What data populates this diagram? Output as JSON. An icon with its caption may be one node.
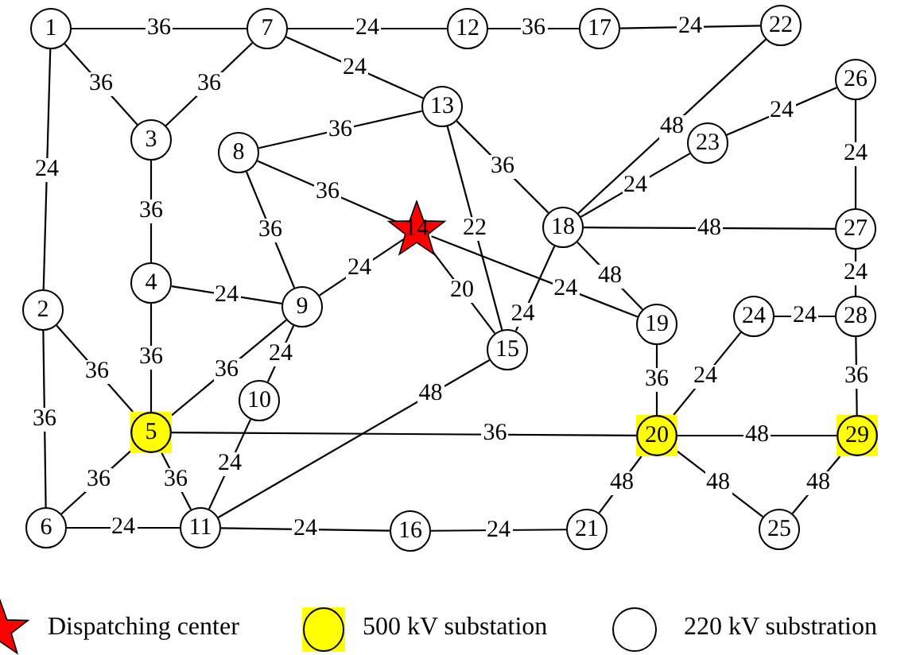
{
  "diagram": {
    "nodes": [
      {
        "text": [
          "1"
        ]
      },
      {
        "text": [
          "2"
        ]
      },
      {
        "text": [
          "3"
        ]
      },
      {
        "text": [
          "4"
        ]
      },
      {
        "text": [
          "5"
        ]
      },
      {
        "text": [
          "6"
        ]
      },
      {
        "text": [
          "7"
        ]
      },
      {
        "text": [
          "8"
        ]
      },
      {
        "text": [
          "9"
        ]
      },
      {
        "text": [
          "10"
        ]
      },
      {
        "text": [
          "11"
        ]
      },
      {
        "text": [
          "12"
        ]
      },
      {
        "text": [
          "13"
        ]
      },
      {
        "text": [
          "14"
        ]
      },
      {
        "text": [
          "15"
        ]
      },
      {
        "text": [
          "16"
        ]
      },
      {
        "text": [
          "17"
        ]
      },
      {
        "text": [
          "18"
        ]
      },
      {
        "text": [
          "19"
        ]
      },
      {
        "text": [
          "20"
        ]
      },
      {
        "text": [
          "21"
        ]
      },
      {
        "text": [
          "22"
        ]
      },
      {
        "text": [
          "23"
        ]
      },
      {
        "text": [
          "24"
        ]
      },
      {
        "text": [
          "25"
        ]
      },
      {
        "text": [
          "26"
        ]
      },
      {
        "text": [
          "27"
        ]
      },
      {
        "text": [
          "28"
        ]
      },
      {
        "text": [
          "29"
        ]
      }
    ],
    "edges": [
      {
        "from": 0,
        "to": 6,
        "arrow": "none",
        "label": "36"
      },
      {
        "from": 0,
        "to": 2,
        "arrow": "none",
        "label": "36"
      },
      {
        "from": 0,
        "to": 1,
        "arrow": "none",
        "label": "24"
      },
      {
        "from": 6,
        "to": 2,
        "arrow": "none",
        "label": "36"
      },
      {
        "from": 6,
        "to": 11,
        "arrow": "none",
        "label": "24"
      },
      {
        "from": 6,
        "to": 12,
        "arrow": "none",
        "label": "24"
      },
      {
        "from": 11,
        "to": 16,
        "arrow": "none",
        "label": "36"
      },
      {
        "from": 16,
        "to": 21,
        "arrow": "none",
        "label": "24"
      },
      {
        "from": 2,
        "to": 3,
        "arrow": "none",
        "label": "36"
      },
      {
        "from": 12,
        "to": 7,
        "arrow": "none",
        "label": "36"
      },
      {
        "from": 12,
        "to": 17,
        "arrow": "none",
        "label": "36"
      },
      {
        "from": 12,
        "to": 14,
        "arrow": "none",
        "label": "22"
      },
      {
        "from": 7,
        "to": 13,
        "arrow": "none",
        "label": "36"
      },
      {
        "from": 7,
        "to": 8,
        "arrow": "none",
        "label": "36"
      },
      {
        "from": 3,
        "to": 8,
        "arrow": "none",
        "label": "24"
      },
      {
        "from": 3,
        "to": 4,
        "arrow": "none",
        "label": "36"
      },
      {
        "from": 8,
        "to": 13,
        "arrow": "none",
        "label": "24"
      },
      {
        "from": 8,
        "to": 4,
        "arrow": "none",
        "label": "36"
      },
      {
        "from": 8,
        "to": 9,
        "arrow": "none",
        "label": "24"
      },
      {
        "from": 13,
        "to": 14,
        "arrow": "none",
        "label": "20"
      },
      {
        "from": 13,
        "to": 18,
        "arrow": "none",
        "label": "24"
      },
      {
        "from": 21,
        "to": 17,
        "arrow": "none",
        "label": "48"
      },
      {
        "from": 22,
        "to": 25,
        "arrow": "none",
        "label": "24"
      },
      {
        "from": 17,
        "to": 22,
        "arrow": "none",
        "label": "24"
      },
      {
        "from": 17,
        "to": 26,
        "arrow": "none",
        "label": "48"
      },
      {
        "from": 17,
        "to": 18,
        "arrow": "none",
        "label": "48"
      },
      {
        "from": 17,
        "to": 14,
        "arrow": "none",
        "label": "24"
      },
      {
        "from": 25,
        "to": 26,
        "arrow": "none",
        "label": "24"
      },
      {
        "from": 26,
        "to": 27,
        "arrow": "none",
        "label": "24"
      },
      {
        "from": 23,
        "to": 27,
        "arrow": "none",
        "label": "24"
      },
      {
        "from": 27,
        "to": 28,
        "arrow": "none",
        "label": "36"
      },
      {
        "from": 18,
        "to": 19,
        "arrow": "none",
        "label": "36"
      },
      {
        "from": 23,
        "to": 19,
        "arrow": "none",
        "label": "24"
      },
      {
        "from": 19,
        "to": 28,
        "arrow": "none",
        "label": "48"
      },
      {
        "from": 19,
        "to": 24,
        "arrow": "none",
        "label": "48"
      },
      {
        "from": 24,
        "to": 28,
        "arrow": "none",
        "label": "48"
      },
      {
        "from": 19,
        "to": 20,
        "arrow": "none",
        "label": "48"
      },
      {
        "from": 4,
        "to": 19,
        "arrow": "none",
        "label": "36"
      },
      {
        "from": 1,
        "to": 4,
        "arrow": "none",
        "label": "36"
      },
      {
        "from": 1,
        "to": 5,
        "arrow": "none",
        "label": "36"
      },
      {
        "from": 4,
        "to": 5,
        "arrow": "none",
        "label": "36"
      },
      {
        "from": 4,
        "to": 10,
        "arrow": "none",
        "label": "36"
      },
      {
        "from": 9,
        "to": 10,
        "arrow": "none",
        "label": "24"
      },
      {
        "from": 10,
        "to": 14,
        "arrow": "none",
        "label": "48"
      },
      {
        "from": 5,
        "to": 10,
        "arrow": "none",
        "label": "24"
      },
      {
        "from": 10,
        "to": 15,
        "arrow": "none",
        "label": "24"
      },
      {
        "from": 15,
        "to": 20,
        "arrow": "none",
        "label": "24"
      }
    ],
    "legend": [
      {
        "text": "Dispatching center"
      },
      {
        "text": "500 kV substation",
        "color": "#ffff00"
      },
      {
        "text": "220 kV substration"
      }
    ]
  }
}
